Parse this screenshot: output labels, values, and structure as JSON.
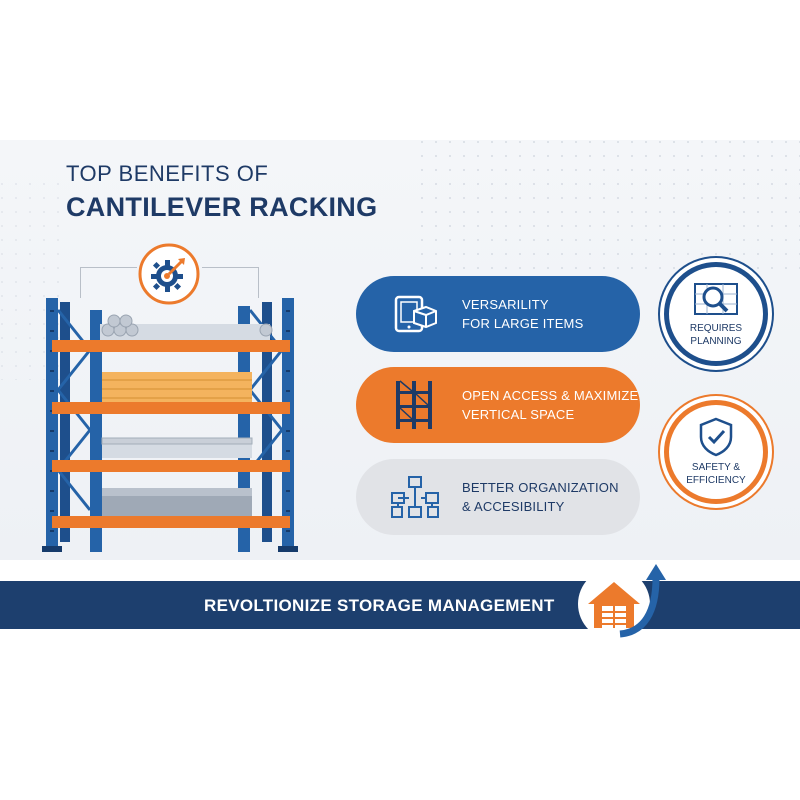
{
  "title": {
    "line1": "TOP BENEFITS OF",
    "line2": "CANTILEVER RACKING"
  },
  "colors": {
    "navy": "#1d3f6e",
    "blue": "#2563a8",
    "orange": "#ec7a2c",
    "gray": "#e1e3e7",
    "text_dark": "#1e3a66"
  },
  "hero": {
    "gear_icon": "gear-target-icon",
    "rack_image": "warehouse-rack-illustration"
  },
  "benefits": [
    {
      "icon": "tablet-box-icon",
      "line1": "VERSARILITY",
      "line2": "FOR LARGE ITEMS"
    },
    {
      "icon": "rack-frame-icon",
      "line1": "OPEN ACCESS & MAXIMIZE",
      "line2": "VERTICAL SPACE"
    },
    {
      "icon": "org-chart-icon",
      "line1": "BETTER ORGANIZATION",
      "line2": "& ACCESIBILITY"
    }
  ],
  "side_notes": [
    {
      "icon": "magnifier-blueprint-icon",
      "line1": "REQUIRES",
      "line2": "PLANNING"
    },
    {
      "icon": "shield-check-icon",
      "line1": "SAFETY &",
      "line2": "EFFICIENCY"
    }
  ],
  "banner": {
    "text": "REVOLTIONIZE STORAGE MANAGEMENT",
    "icon": "warehouse-arrow-icon"
  }
}
